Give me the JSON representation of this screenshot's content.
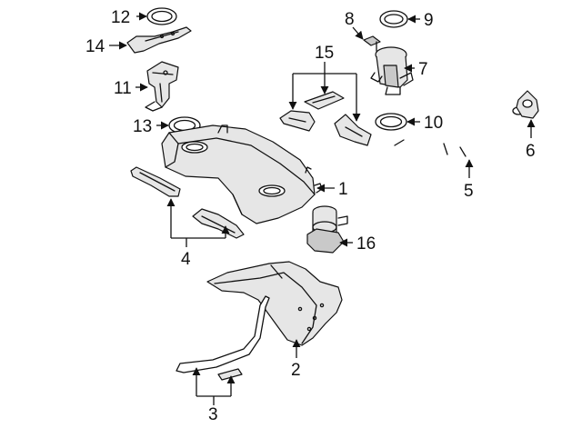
{
  "callouts": [
    {
      "id": "1",
      "text": "1"
    },
    {
      "id": "2",
      "text": "2"
    },
    {
      "id": "3",
      "text": "3"
    },
    {
      "id": "4",
      "text": "4"
    },
    {
      "id": "5",
      "text": "5"
    },
    {
      "id": "6",
      "text": "6"
    },
    {
      "id": "7",
      "text": "7"
    },
    {
      "id": "8",
      "text": "8"
    },
    {
      "id": "9",
      "text": "9"
    },
    {
      "id": "10",
      "text": "10"
    },
    {
      "id": "11",
      "text": "11"
    },
    {
      "id": "12",
      "text": "12"
    },
    {
      "id": "13",
      "text": "13"
    },
    {
      "id": "14",
      "text": "14"
    },
    {
      "id": "15",
      "text": "15"
    },
    {
      "id": "16",
      "text": "16"
    }
  ],
  "colors": {
    "line": "#111111",
    "shade": "#e6e6e6",
    "dark_shade": "#c9c9c9",
    "background": "#ffffff"
  }
}
